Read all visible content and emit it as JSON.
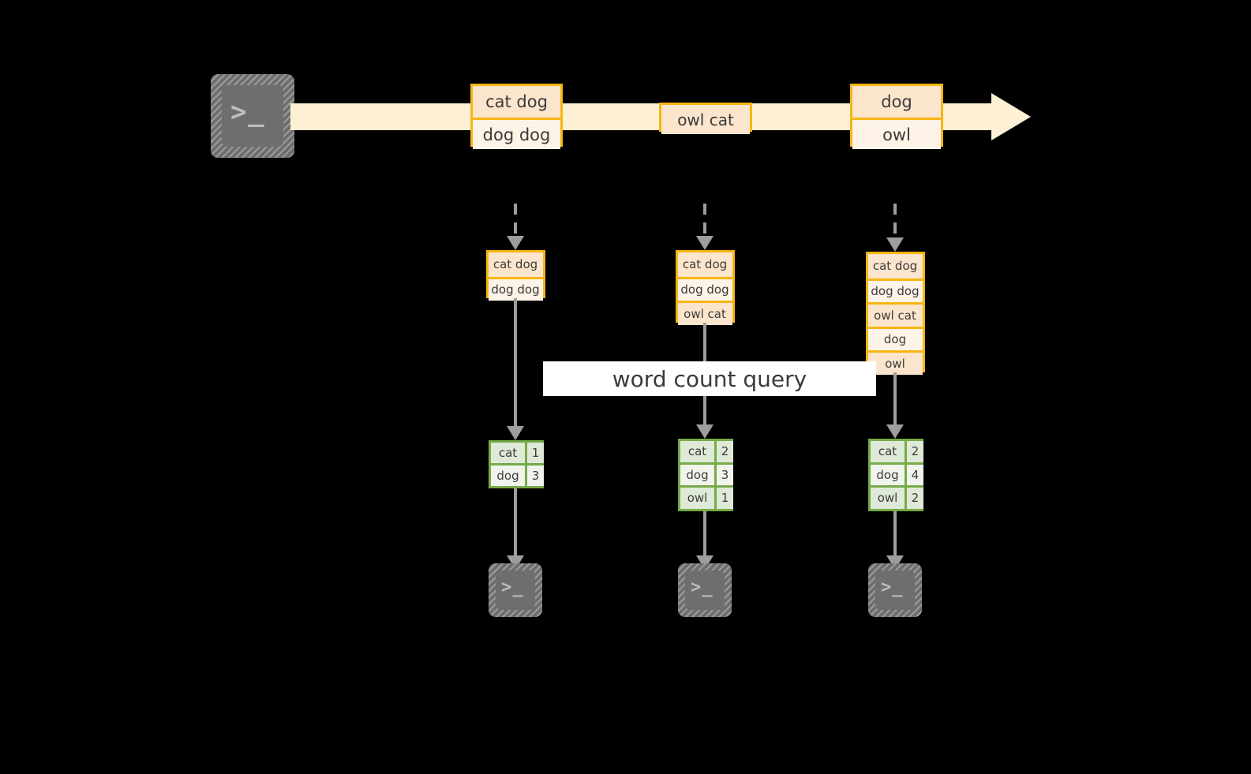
{
  "diagram": {
    "banner": {
      "label": "word count query"
    },
    "icons": {
      "source_terminal": "terminal-icon",
      "sink_terminal": "terminal-icon",
      "prompt_glyph": ">_",
      "stream_arrow": "arrow-right-icon",
      "flow_arrow": "arrow-down-icon",
      "dashed_flow_arrow": "dashed-arrow-down-icon"
    },
    "colors": {
      "stream_fill": "#fdf0d5",
      "message_border": "#f6b610",
      "message_fill_dark": "#fce5cd",
      "message_fill_light": "#fdf3e7",
      "table_border": "#76ab47",
      "table_fill_dark": "#dfe9d8",
      "table_fill_light": "#f0f4ed",
      "connector": "#9d9d9d",
      "terminal_fill": "#6e6e6e",
      "banner_fill": "#ffffff",
      "background": "#000000"
    },
    "stream_messages": [
      {
        "name": "message-group-1",
        "rows": [
          "cat dog",
          "dog dog"
        ]
      },
      {
        "name": "message-group-2",
        "rows": [
          "owl cat"
        ]
      },
      {
        "name": "message-group-3",
        "rows": [
          "dog",
          "owl"
        ]
      }
    ],
    "snapshots": [
      {
        "name": "stream-snapshot-1",
        "rows": [
          "cat dog",
          "dog dog"
        ]
      },
      {
        "name": "stream-snapshot-2",
        "rows": [
          "cat dog",
          "dog dog",
          "owl cat"
        ]
      },
      {
        "name": "stream-snapshot-3",
        "rows": [
          "cat dog",
          "dog dog",
          "owl cat",
          "dog",
          "owl"
        ]
      }
    ],
    "results": [
      {
        "name": "word-count-result-1",
        "rows": [
          {
            "word": "cat",
            "count": "1"
          },
          {
            "word": "dog",
            "count": "3"
          }
        ]
      },
      {
        "name": "word-count-result-2",
        "rows": [
          {
            "word": "cat",
            "count": "2"
          },
          {
            "word": "dog",
            "count": "3"
          },
          {
            "word": "owl",
            "count": "1"
          }
        ]
      },
      {
        "name": "word-count-result-3",
        "rows": [
          {
            "word": "cat",
            "count": "2"
          },
          {
            "word": "dog",
            "count": "4"
          },
          {
            "word": "owl",
            "count": "2"
          }
        ]
      }
    ]
  }
}
